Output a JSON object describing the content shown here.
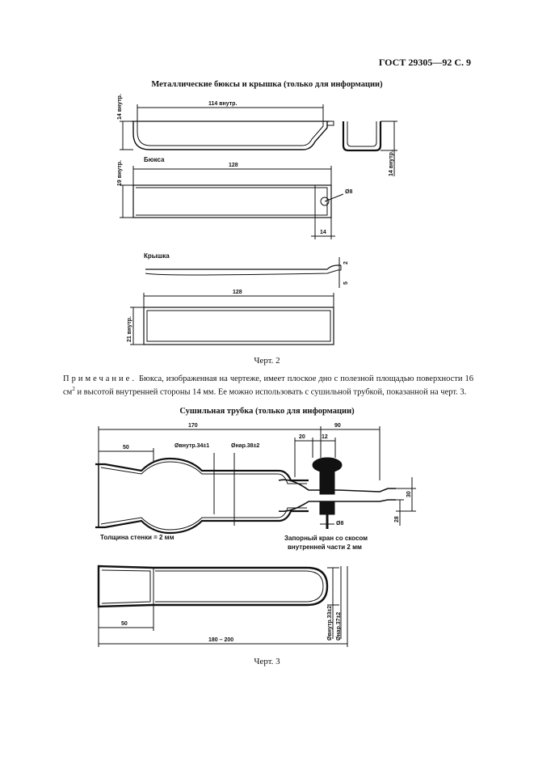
{
  "header": "ГОСТ 29305—92 С. 9",
  "fig2": {
    "title": "Металлические бюксы и крышка (только для информации)",
    "caption": "Черт. 2",
    "labels": {
      "box": "Бюкса",
      "lid": "Крышка",
      "d114": "114 внутр.",
      "h14a": "14 внутр.",
      "h14b": "14 внутр.",
      "d128a": "128",
      "h19": "19 внутр.",
      "diam8": "Ø8",
      "d14": "14",
      "d2": "2",
      "d5": "5",
      "d128b": "128",
      "h21": "21 внутр."
    }
  },
  "note": {
    "label": "Примечание.",
    "text_1": " Бюкса, изображенная на чертеже, имеет плоское дно с полезной площадью поверхности 16 см",
    "sup": "2",
    "text_2": " и высотой внутренней стороны 14 мм. Ее можно использовать с сушильной трубкой, показанной на черт. 3."
  },
  "fig3": {
    "title": "Сушильная трубка (только для информации)",
    "caption": "Черт. 3",
    "labels": {
      "d170": "170",
      "d90": "90",
      "d50a": "50",
      "dia34": "Øвнутр.34±1",
      "dia38": "Øнар.38±2",
      "d20": "20",
      "d12": "12",
      "d30": "30",
      "d28": "28",
      "dia8": "Ø8",
      "wall": "Толщина стенки = 2 мм",
      "valve_1": "Запорный кран со скосом",
      "valve_2": "внутренней части 2 мм",
      "d50b": "50",
      "d180": "180 – 200",
      "dia33": "Øвнутр.33±2",
      "dia37": "Øнар.37±2"
    }
  }
}
